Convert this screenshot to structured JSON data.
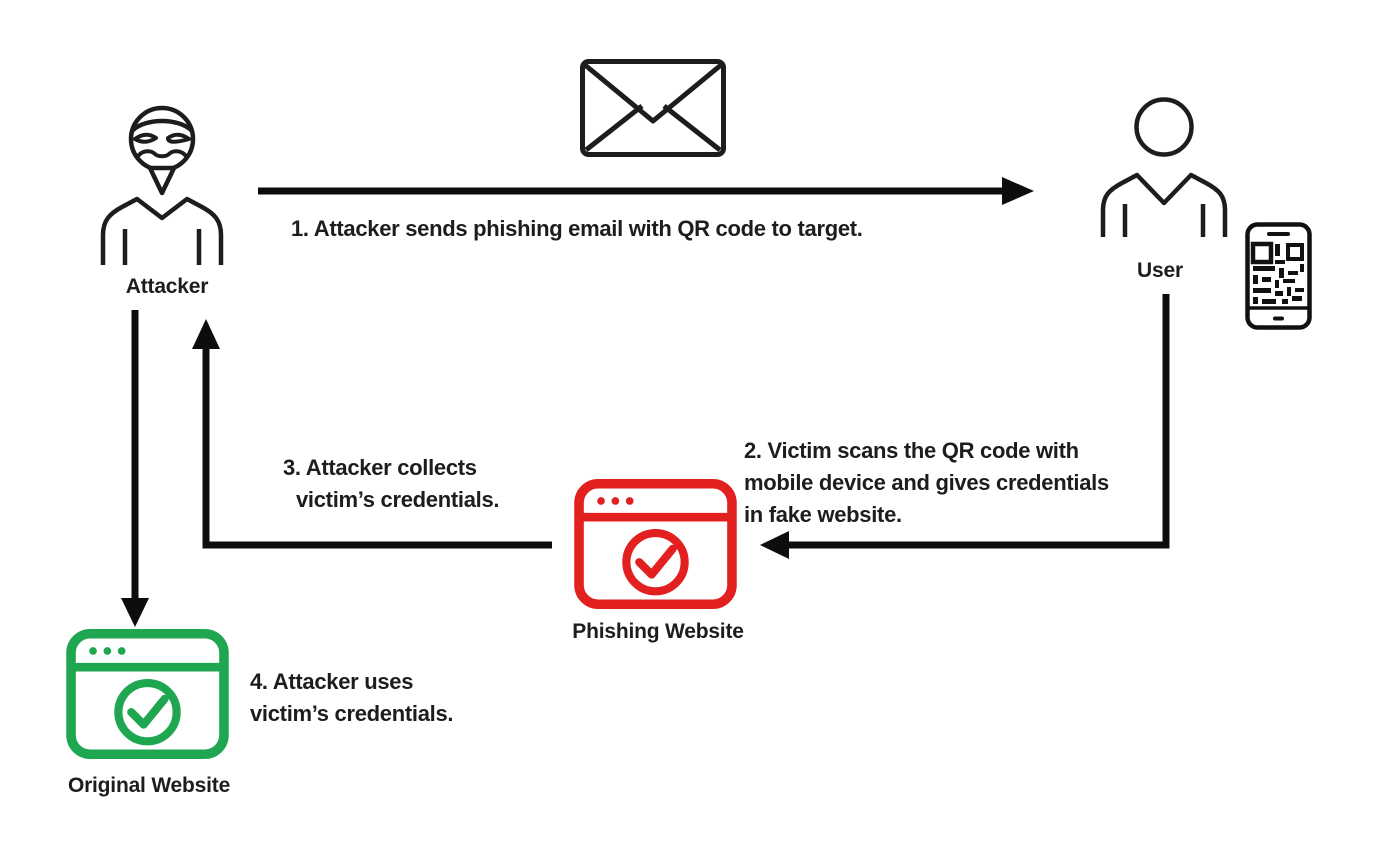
{
  "diagram": {
    "type": "flow-diagram",
    "topic": "QR code phishing (quishing) attack flow"
  },
  "colors": {
    "accent-red": "#e2201f",
    "accent-green": "#1ea750",
    "ink": "#1d1d1d",
    "arrow": "#0d0d0d",
    "background": "#ffffff"
  },
  "nodes": {
    "attacker": {
      "label": "Attacker",
      "icon": "masked-attacker-icon"
    },
    "user": {
      "label": "User",
      "icon": "user-icon"
    },
    "email": {
      "icon": "email-envelope-icon"
    },
    "phone": {
      "icon": "smartphone-qr-code-icon"
    },
    "phishing_website": {
      "label": "Phishing Website",
      "icon": "red-browser-check-icon"
    },
    "original_website": {
      "label": "Original Website",
      "icon": "green-browser-check-icon"
    }
  },
  "steps": {
    "1": {
      "text": "1. Attacker sends phishing email with QR code to target."
    },
    "2": {
      "lines": [
        "2. Victim scans the QR code with",
        "mobile device and gives credentials",
        "in fake website."
      ]
    },
    "3": {
      "lines": [
        "3. Attacker collects",
        "victim’s credentials."
      ]
    },
    "4": {
      "lines": [
        "4. Attacker uses",
        "victim’s credentials."
      ]
    }
  },
  "arrows": [
    {
      "name": "attacker-to-user",
      "direction": "right"
    },
    {
      "name": "user-to-phishing-website",
      "direction": "down-then-left"
    },
    {
      "name": "phishing-website-to-attacker",
      "direction": "left-then-up"
    },
    {
      "name": "attacker-to-original-website",
      "direction": "down"
    }
  ]
}
